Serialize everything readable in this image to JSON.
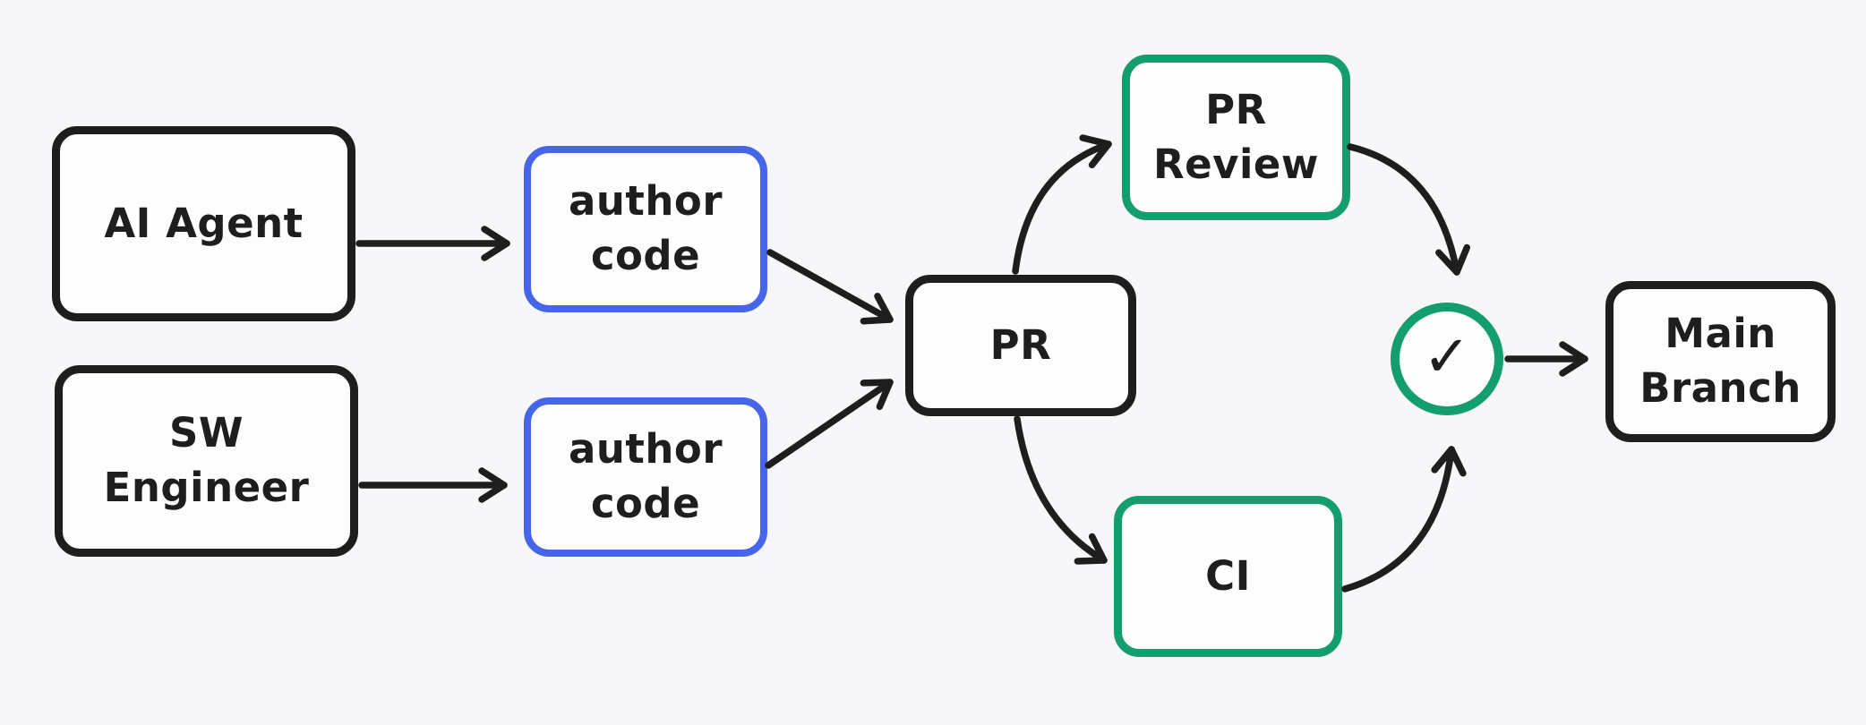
{
  "palette": {
    "background": "#f7f7fa",
    "stroke_black": "#1e1e1e",
    "stroke_blue": "#4665e8",
    "stroke_green": "#149d6e",
    "node_fill": "#fdfdfe"
  },
  "nodes": {
    "ai_agent": {
      "label": "AI Agent",
      "accent": "#1e1e1e"
    },
    "sw_engineer": {
      "label": "SW\nEngineer",
      "accent": "#1e1e1e"
    },
    "author_code_top": {
      "label": "author\ncode",
      "accent": "#4665e8"
    },
    "author_code_bottom": {
      "label": "author\ncode",
      "accent": "#4665e8"
    },
    "pr": {
      "label": "PR",
      "accent": "#1e1e1e"
    },
    "pr_review": {
      "label": "PR\nReview",
      "accent": "#149d6e"
    },
    "ci": {
      "label": "CI",
      "accent": "#149d6e"
    },
    "approval": {
      "icon": "✓",
      "accent": "#149d6e"
    },
    "main_branch": {
      "label": "Main\nBranch",
      "accent": "#1e1e1e"
    }
  },
  "edges": [
    {
      "from": "ai_agent",
      "to": "author_code_top"
    },
    {
      "from": "sw_engineer",
      "to": "author_code_bottom"
    },
    {
      "from": "author_code_top",
      "to": "pr"
    },
    {
      "from": "author_code_bottom",
      "to": "pr"
    },
    {
      "from": "pr",
      "to": "pr_review"
    },
    {
      "from": "pr",
      "to": "ci"
    },
    {
      "from": "pr_review",
      "to": "approval"
    },
    {
      "from": "ci",
      "to": "approval"
    },
    {
      "from": "approval",
      "to": "main_branch"
    }
  ]
}
